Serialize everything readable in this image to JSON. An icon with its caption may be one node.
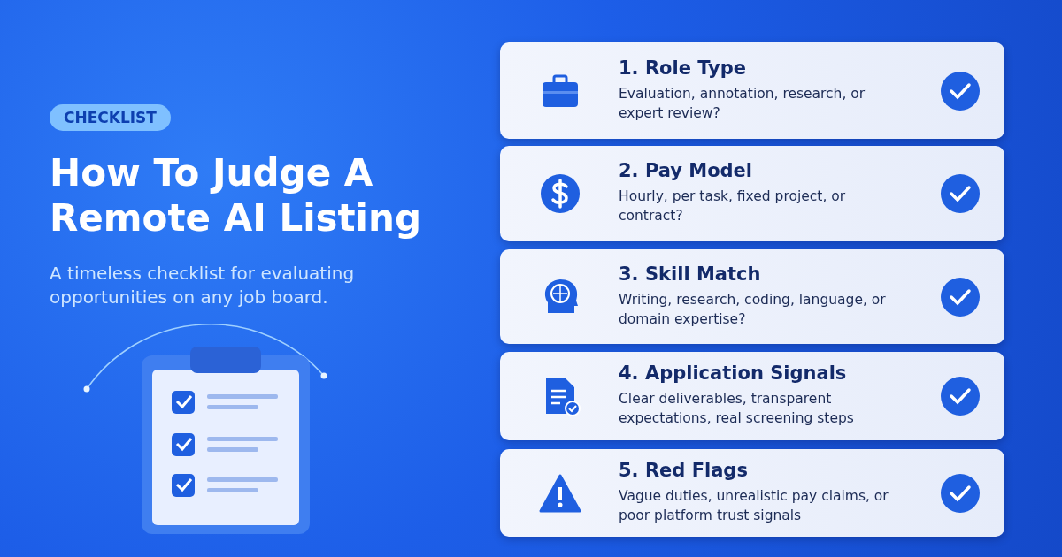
{
  "diagram": {
    "title": "How To Judge A Remote AI Listing",
    "nodes": [
      {
        "text": [
          "1. Role Type",
          "Evaluation, annotation, research, or expert review?"
        ]
      },
      {
        "text": [
          "2. Pay Model",
          "Hourly, per task, fixed project, or contract?"
        ]
      },
      {
        "text": [
          "3. Skill Match",
          "Writing, research, coding, language, or domain expertise?"
        ]
      },
      {
        "text": [
          "4. Application Signals",
          "Clear deliverables, transparent expectations, real screening steps"
        ]
      },
      {
        "text": [
          "5. Red Flags",
          "Vague duties, unrealistic pay claims, or poor platform trust signals"
        ]
      }
    ],
    "labels": [
      "CHECKLIST",
      "A timeless checklist for evaluating opportunities on any job board."
    ]
  }
}
